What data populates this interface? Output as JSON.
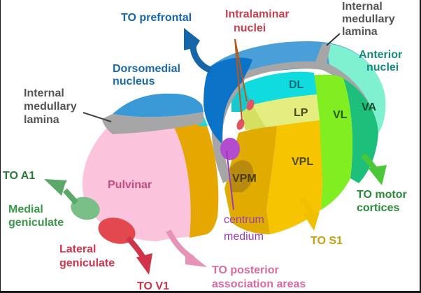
{
  "title": "Thalamic nuclei and their cortical projections",
  "colors": {
    "prefrontal": "#1566a8",
    "intralaminar": "#c8404e",
    "lamina": "#555555",
    "anterior": "#14897e",
    "dorsomedial": "#1a6aa8",
    "pulvinar": "#c84c82",
    "medial_geniculate": "#3a9a48",
    "lateral_geniculate": "#d0344a",
    "centrum_medium": "#9a3ab8",
    "s1": "#c4a010",
    "motor": "#2a8a38",
    "posterior": "#dc6aa0",
    "nucleus_dark": "#4a4a10"
  },
  "labels": {
    "to_prefrontal": "TO prefrontal",
    "intralaminar_1": "Intralaminar",
    "intralaminar_2": "nuclei",
    "lamina_top_1": "Internal",
    "lamina_top_2": "medullary",
    "lamina_top_3": "lamina",
    "anterior_1": "Anterior",
    "anterior_2": "nuclei",
    "dorsomedial_1": "Dorsomedial",
    "dorsomedial_2": "nucleus",
    "lamina_left_1": "Internal",
    "lamina_left_2": "medullary",
    "lamina_left_3": "lamina",
    "dl": "DL",
    "lp": "LP",
    "vl": "VL",
    "va": "VA",
    "vpl": "VPL",
    "vpm": "VPM",
    "pulvinar": "Pulvinar",
    "to_a1": "TO A1",
    "medial_geniculate_1": "Medial",
    "medial_geniculate_2": "geniculate",
    "lateral_geniculate_1": "Lateral",
    "lateral_geniculate_2": "geniculate",
    "to_v1": "TO V1",
    "centrum_1": "centrum",
    "centrum_2": "medium",
    "to_s1": "TO S1",
    "to_motor_1": "TO motor",
    "to_motor_2": "cortices",
    "to_posterior_1": "TO posterior",
    "to_posterior_2": "association areas"
  }
}
